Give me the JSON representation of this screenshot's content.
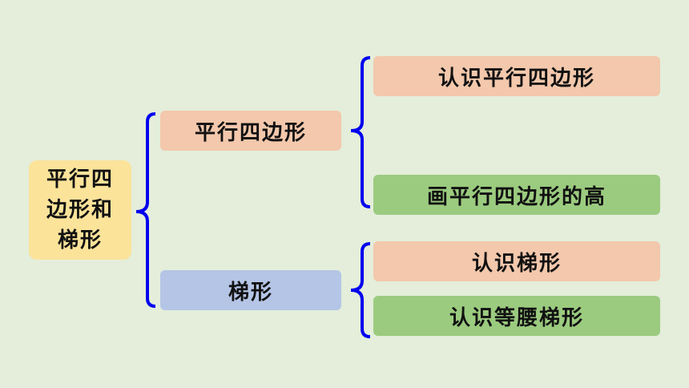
{
  "root": {
    "label": "平行四边形和梯形"
  },
  "level1": [
    {
      "label": "平行四边形"
    },
    {
      "label": "梯形"
    }
  ],
  "level2": [
    {
      "label": "认识平行四边形"
    },
    {
      "label": "画平行四边形的高"
    },
    {
      "label": "认识梯形"
    },
    {
      "label": "认识等腰梯形"
    }
  ],
  "colors": {
    "background": "#e4eedb",
    "root_fill": "#fbe39a",
    "peach_fill": "#f3c8ac",
    "green_fill": "#9bcb7f",
    "blue_fill": "#b5c5e6",
    "bracket": "#0000ee"
  }
}
